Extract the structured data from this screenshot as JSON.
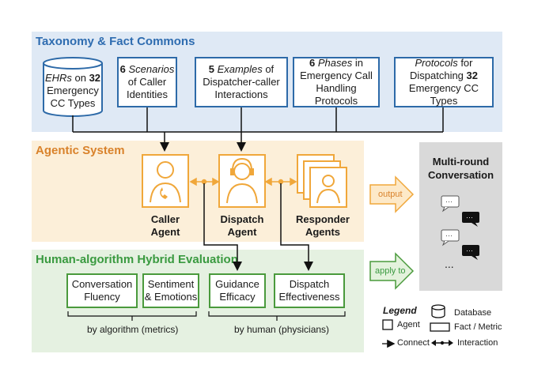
{
  "sections": {
    "taxonomy": "Taxonomy & Fact Commons",
    "agentic": "Agentic System",
    "evaluation": "Human-algorithm Hybrid Evaluation"
  },
  "taxonomy_boxes": {
    "ehr": {
      "l1a": "EHRs",
      "l1b": " on ",
      "l1c": "32",
      "l2": "Emergency",
      "l3": "CC Types"
    },
    "scenarios": {
      "l1a": "6 ",
      "l1b": "Scenarios",
      "l2": "of Caller",
      "l3": "Identities"
    },
    "examples": {
      "l1a": "5 ",
      "l1b": "Examples",
      "l1c": " of",
      "l2": "Dispatcher-caller",
      "l3": "Interactions"
    },
    "phases": {
      "l1a": "6 ",
      "l1b": "Phases",
      "l1c": " in",
      "l2": "Emergency Call",
      "l3": "Handling Protocols"
    },
    "protocols": {
      "l1a": "Protocols",
      "l1b": " for",
      "l2a": "Dispatching ",
      "l2b": "32",
      "l3": "Emergency CC Types"
    }
  },
  "agents": {
    "caller": {
      "l1": "Caller",
      "l2": "Agent"
    },
    "dispatch": {
      "l1": "Dispatch",
      "l2": "Agent"
    },
    "responder": {
      "l1": "Responder",
      "l2": "Agents"
    }
  },
  "metrics": {
    "fluency": {
      "l1": "Conversation",
      "l2": "Fluency"
    },
    "sentiment": {
      "l1": "Sentiment",
      "l2": "& Emotions"
    },
    "guidance": {
      "l1": "Guidance",
      "l2": "Efficacy"
    },
    "dispatch": {
      "l1": "Dispatch",
      "l2": "Effectiveness"
    }
  },
  "eval_labels": {
    "algorithm": "by algorithm (metrics)",
    "human": "by human (physicians)"
  },
  "arrows": {
    "output": "output",
    "apply": "apply to"
  },
  "conversation": {
    "title1": "Multi-round",
    "title2": "Conversation",
    "ellipsis": "..."
  },
  "legend": {
    "title": "Legend",
    "database": "Database",
    "agent": "Agent",
    "fact": "Fact / Metric",
    "connect": "Connect",
    "interaction": "Interaction"
  },
  "colors": {
    "blue": "#2d6aa8",
    "orange": "#f0a73a",
    "green": "#4a9a3c"
  }
}
